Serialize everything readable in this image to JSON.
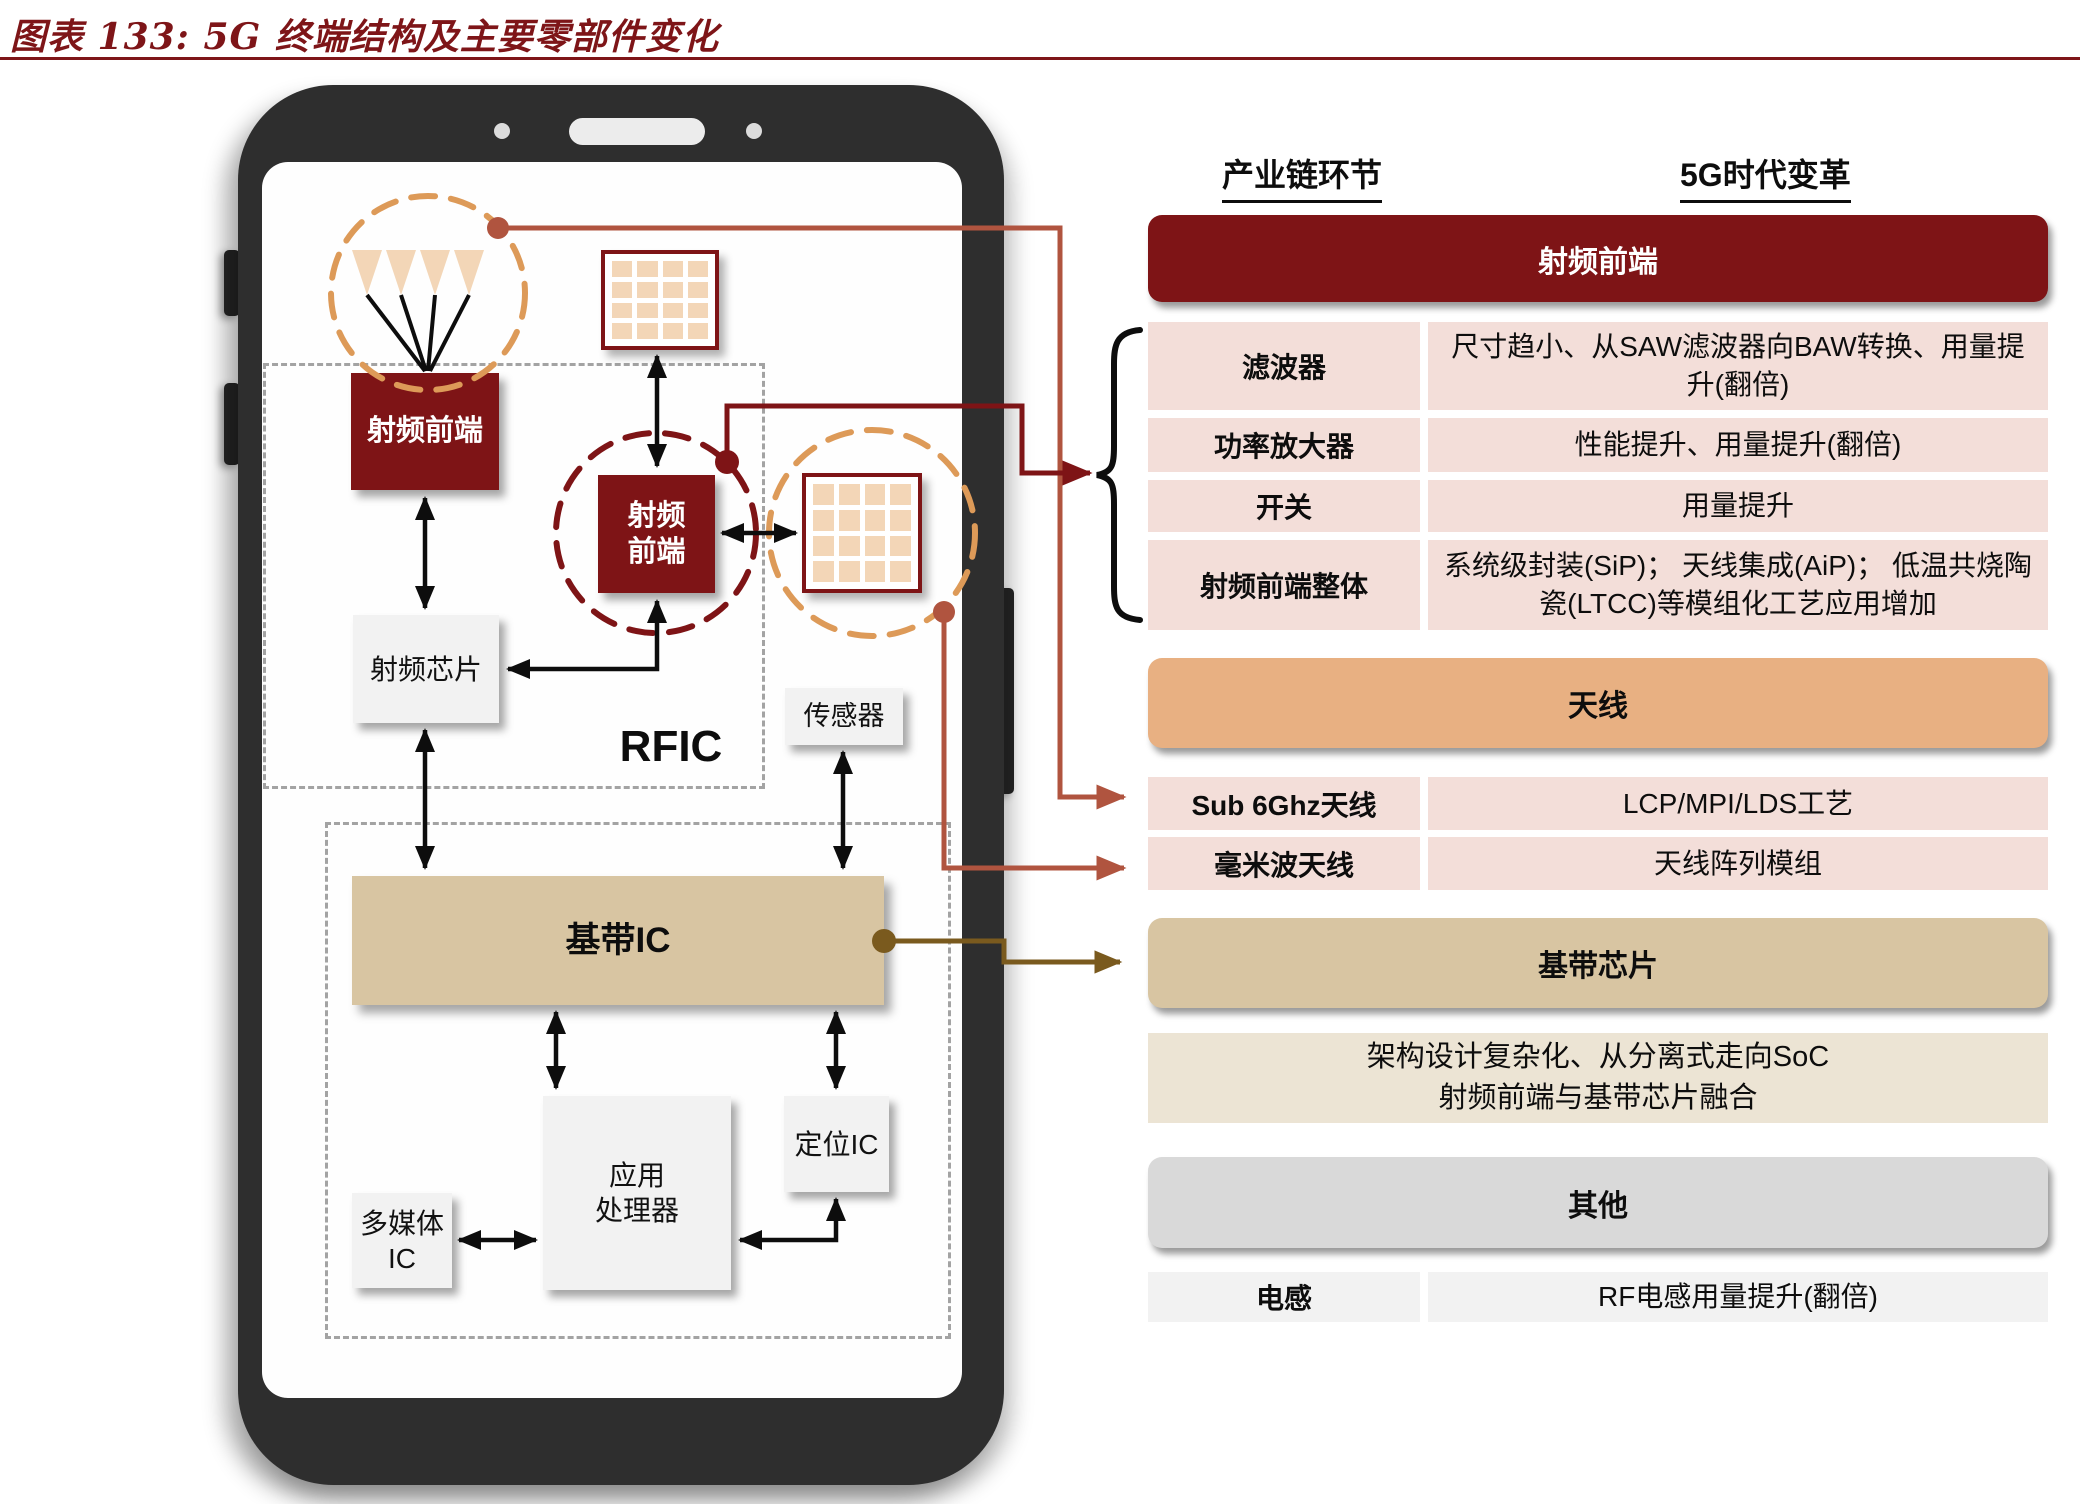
{
  "title": "图表 133: 5G 终端结构及主要零部件变化",
  "colors": {
    "dark_red": "#7E1416",
    "sienna": "#B0543F",
    "orange_dash": "#DD9A58",
    "tan_bar": "#E8B082",
    "khaki_bar": "#D8C5A2",
    "pink_cell": "#F3DED9",
    "cream_cell": "#ECE4D4",
    "gray_bar": "#D9D9D9",
    "light_gray_cell": "#F2F2F2",
    "brown_line": "#7A5A1E"
  },
  "phone": {
    "rfic_label": "RFIC",
    "rf_frontend_1": "射频前端",
    "rf_frontend_2_line1": "射频",
    "rf_frontend_2_line2": "前端",
    "rf_chip": "射频芯片",
    "sensor": "传感器",
    "baseband_ic": "基带IC",
    "app_processor_line1": "应用",
    "app_processor_line2": "处理器",
    "positioning_ic": "定位IC",
    "multimedia_ic_line1": "多媒体",
    "multimedia_ic_line2": "IC"
  },
  "table": {
    "header_left": "产业链环节",
    "header_right": "5G时代变革",
    "rf": {
      "bar": "射频前端",
      "rows": [
        {
          "label": "滤波器",
          "value": "尺寸趋小、从SAW滤波器向BAW转换、用量提升(翻倍)"
        },
        {
          "label": "功率放大器",
          "value": "性能提升、用量提升(翻倍)"
        },
        {
          "label": "开关",
          "value": "用量提升"
        },
        {
          "label": "射频前端整体",
          "value": "系统级封装(SiP)； 天线集成(AiP)； 低温共烧陶瓷(LTCC)等模组化工艺应用增加"
        }
      ]
    },
    "antenna": {
      "bar": "天线",
      "rows": [
        {
          "label": "Sub 6Ghz天线",
          "value": "LCP/MPI/LDS工艺"
        },
        {
          "label": "毫米波天线",
          "value": "天线阵列模组"
        }
      ]
    },
    "baseband": {
      "bar": "基带芯片",
      "note_line1": "架构设计复杂化、从分离式走向SoC",
      "note_line2": "射频前端与基带芯片融合"
    },
    "other": {
      "bar": "其他",
      "rows": [
        {
          "label": "电感",
          "value": "RF电感用量提升(翻倍)"
        }
      ]
    }
  }
}
